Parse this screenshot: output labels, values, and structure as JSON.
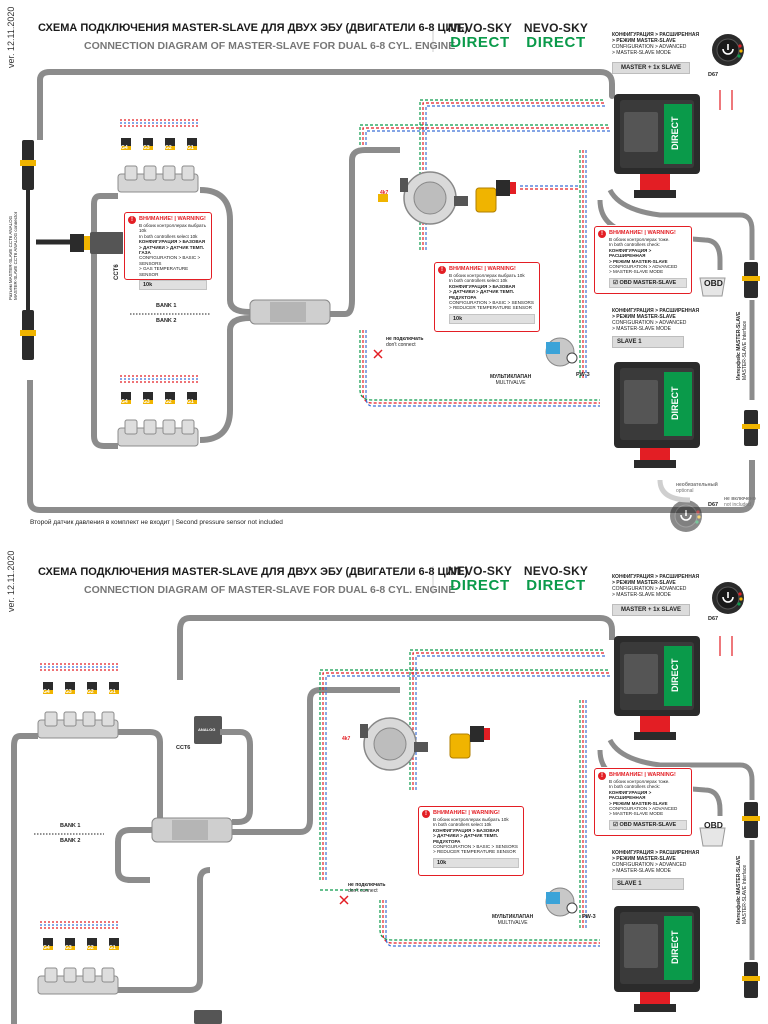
{
  "colors": {
    "green": "#0a9a4a",
    "red": "#e31e24",
    "hose": "#8c8c8c",
    "wire": "#9a9a9a",
    "dark": "#2b2b2b"
  },
  "sheets": [
    {
      "version": "ver. 12.11.2020",
      "title_ru": "СХЕМА ПОДКЛЮЧЕНИЯ MASTER-SLAVE ДЛЯ ДВУХ ЭБУ (ДВИГАТЕЛИ 6-8 ЦИЛ.)",
      "title_en": "CONNECTION DIAGRAM OF MASTER-SLAVE FOR DUAL 6-8 CYL. ENGINE",
      "brand_1": {
        "top": "NEVO-SKY",
        "bottom": "DIRECT"
      },
      "brand_2": {
        "top": "NEVO-SKY",
        "bottom": "DIRECT"
      },
      "master_note": [
        "КОНФИГУРАЦИЯ > РАСШИРЕННАЯ",
        "> РЕЖИМ MASTER-SLAVE",
        "CONFIGURATION > ADVANCED",
        "> MASTER-SLAVE MODE"
      ],
      "master_select": "MASTER + 1x SLAVE",
      "d67": "D67",
      "slave_note": [
        "КОНФИГУРАЦИЯ > РАСШИРЕННАЯ",
        "> РЕЖИМ MASTER-SLAVE",
        "CONFIGURATION > ADVANCED",
        "> MASTER-SLAVE MODE"
      ],
      "slave_select": "SLAVE 1",
      "obd": "OBD",
      "obd_interface": "Интерфейс MASTER-SLAVE",
      "obd_interface_en": "MASTER-SLAVE Interface",
      "warn_obd": {
        "head": "ВНИМАНИЕ! | WARNING!",
        "body": [
          "В обоих контроллерах тоже.",
          "In both controllers check:",
          "КОНФИГУРАЦИЯ > РАСШИРЕННАЯ",
          "> РЕЖИМ MASTER-SLAVE",
          "CONFIGURATION > ADVANCED",
          "> MASTER-SLAVE MODE"
        ],
        "select": "☑ OBD MASTER-SLAVE"
      },
      "warn_left": {
        "head": "ВНИМАНИЕ! | WARNING!",
        "body": [
          "В обоих контроллерах выбрать 10k",
          "In both controllers select 10k",
          "КОНФИГУРАЦИЯ > БАЗОВАЯ",
          "> ДАТЧИКИ > ДАТЧИК ТЕМП. ГАЗА",
          "CONFIGURATION > BASIC > SENSORS",
          "> GAS TEMPERATURE SENSOR"
        ],
        "select": "10k"
      },
      "warn_center": {
        "head": "ВНИМАНИЕ! | WARNING!",
        "body": [
          "В обоих контроллерах выбрать 10k",
          "In both controllers select 10k",
          "КОНФИГУРАЦИЯ > БАЗОВАЯ",
          "> ДАТЧИКИ > ДАТЧИК ТЕМП. РЕДУКТОРА",
          "CONFIGURATION > BASIC > SENSORS",
          "> REDUCER TEMPERATURE SENSOR"
        ],
        "select": "10k"
      },
      "injector_labels_top": [
        "G4",
        "G3",
        "G2",
        "G1"
      ],
      "injector_labels_bottom": [
        "G4",
        "G3",
        "G2",
        "G1"
      ],
      "bank1": "BANK 1",
      "bank2": "BANK 2",
      "cct6": "CCT6",
      "side_label": "Разъем MASTER-SLAVE CCT6 ANALOG",
      "side_label_en": "MASTER-SLAVE CCT6 ANALOG connector",
      "ne_connect": "не подключать",
      "ne_connect_en": "don't connect",
      "mult": "МУЛЬТИКЛАПАН",
      "mult_en": "MULTIVALVE",
      "pw3": "PW-3",
      "t_label": "4k7",
      "optional": "необязательный",
      "optional_en": "optional",
      "not_incl": "не включено",
      "not_incl_en": "not included",
      "d67b": "D67",
      "footer": "Второй датчик давления в комплект не входит | Second pressure sensor not included"
    },
    {
      "version": "ver. 12.11.2020",
      "title_ru": "СХЕМА ПОДКЛЮЧЕНИЯ MASTER-SLAVE ДЛЯ ДВУХ ЭБУ (ДВИГАТЕЛИ 6-8 ЦИЛ.)",
      "title_en": "CONNECTION DIAGRAM OF MASTER-SLAVE FOR DUAL 6-8 CYL. ENGINE",
      "brand_1": {
        "top": "NEVO-SKY",
        "bottom": "DIRECT"
      },
      "brand_2": {
        "top": "NEVO-SKY",
        "bottom": "DIRECT"
      },
      "master_note": [
        "КОНФИГУРАЦИЯ > РАСШИРЕННАЯ",
        "> РЕЖИМ MASTER-SLAVE",
        "CONFIGURATION > ADVANCED",
        "> MASTER-SLAVE MODE"
      ],
      "master_select": "MASTER + 1x SLAVE",
      "d67": "D67",
      "slave_note": [
        "КОНФИГУРАЦИЯ > РАСШИРЕННАЯ",
        "> РЕЖИМ MASTER-SLAVE",
        "CONFIGURATION > ADVANCED",
        "> MASTER-SLAVE MODE"
      ],
      "slave_select": "SLAVE 1",
      "obd": "OBD",
      "obd_interface": "Интерфейс MASTER-SLAVE",
      "obd_interface_en": "MASTER-SLAVE Interface",
      "warn_obd": {
        "head": "ВНИМАНИЕ! | WARNING!",
        "body": [
          "В обоих контроллерах тоже.",
          "In both controllers check:",
          "КОНФИГУРАЦИЯ > РАСШИРЕННАЯ",
          "> РЕЖИМ MASTER-SLAVE",
          "CONFIGURATION > ADVANCED",
          "> MASTER-SLAVE MODE"
        ],
        "select": "☑ OBD MASTER-SLAVE"
      },
      "warn_center": {
        "head": "ВНИМАНИЕ! | WARNING!",
        "body": [
          "В обоих контроллерах выбрать 10k",
          "In both controllers select 10k",
          "КОНФИГУРАЦИЯ > БАЗОВАЯ",
          "> ДАТЧИКИ > ДАТЧИК ТЕМП. РЕДУКТОРА",
          "CONFIGURATION > BASIC > SENSORS",
          "> REDUCER TEMPERATURE SENSOR"
        ],
        "select": "10k"
      },
      "injector_labels_top": [
        "G4",
        "G3",
        "G2",
        "G1"
      ],
      "injector_labels_bottom": [
        "G4",
        "G3",
        "G2",
        "G1"
      ],
      "bank1": "BANK 1",
      "bank2": "BANK 2",
      "cct6": "CCT6",
      "analog": "ANALOG",
      "ne_connect": "не подключать",
      "ne_connect_en": "don't connect",
      "mult": "МУЛЬТИКЛАПАН",
      "mult_en": "MULTIVALVE",
      "pw3": "PW-3",
      "t_label": "4k7"
    }
  ]
}
